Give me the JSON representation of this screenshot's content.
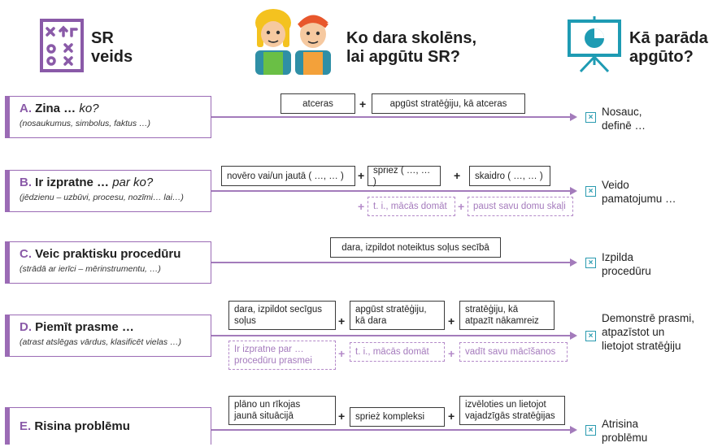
{
  "header": {
    "sr_type": {
      "line1": "SR",
      "line2": "veids",
      "icon": "strategy-board-icon"
    },
    "student_action": {
      "line1": "Ko dara skolēns,",
      "line2": "lai apgūtu SR?",
      "icon": "students-icon"
    },
    "show_learned": {
      "line1": "Kā parāda",
      "line2": "apgūto?",
      "icon": "presentation-chart-icon"
    }
  },
  "rows": [
    {
      "letter": "A.",
      "title": "Zina …",
      "suffix": "ko?",
      "subtitle": "(nosaukumus, simbolus, faktus …)",
      "steps": [
        "atceras",
        "apgūst stratēģiju, kā atceras"
      ],
      "dashed": [],
      "result": [
        "Nosauc,",
        "definē …"
      ]
    },
    {
      "letter": "B.",
      "title": "Ir izpratne …",
      "suffix": "par ko?",
      "subtitle": "(jēdzienu – uzbūvi, procesu, nozīmi… lai…)",
      "steps": [
        "novēro vai/un jautā ( …, … )",
        "sprież ( …, … )",
        "skaidro ( …, … )"
      ],
      "dashed": [
        "t. i., mācās domāt",
        "paust savu domu skaļi"
      ],
      "result": [
        "Veido",
        "pamatojumu …"
      ]
    },
    {
      "letter": "C.",
      "title": "Veic praktisku procedūru",
      "suffix": "",
      "subtitle": "(strādā ar ierīci – mērinstrumentu, …)",
      "steps": [
        "dara, izpildot noteiktus soļus secībā"
      ],
      "dashed": [],
      "result": [
        "Izpilda",
        "procedūru"
      ]
    },
    {
      "letter": "D.",
      "title": "Piemīt prasme …",
      "suffix": "",
      "subtitle": "(atrast atslēgas vārdus, klasificēt vielas …)",
      "steps": [
        [
          "dara, izpildot secīgus",
          "soļus"
        ],
        [
          "apgūst stratēģiju,",
          "kā dara"
        ],
        [
          "stratēģiju, kā",
          "atpazīt nākamreiz"
        ]
      ],
      "dashed": [
        [
          "Ir izpratne par …",
          "procedūru prasmei"
        ],
        "t. i., mācās domāt",
        "vadīt savu mācīšanos"
      ],
      "result": [
        "Demonstrē prasmi,",
        "atpazīstot un",
        "lietojot stratēģiju"
      ]
    },
    {
      "letter": "E.",
      "title": "Risina problēmu",
      "suffix": "",
      "subtitle": "",
      "steps": [
        [
          "plāno un rīkojas",
          "jaunā situācijā"
        ],
        "sprież kompleksi",
        [
          "izvēloties un lietojot",
          "vajadzīgās stratēģijas"
        ]
      ],
      "dashed": [],
      "result": [
        "Atrisina",
        "problēmu"
      ]
    }
  ],
  "plus": "+",
  "check_mark": "×",
  "colors": {
    "accent_purple": "#9b6bb5",
    "arrow": "#a37bbb",
    "dashed": "#b48ac9",
    "teal": "#2a9bb0"
  }
}
